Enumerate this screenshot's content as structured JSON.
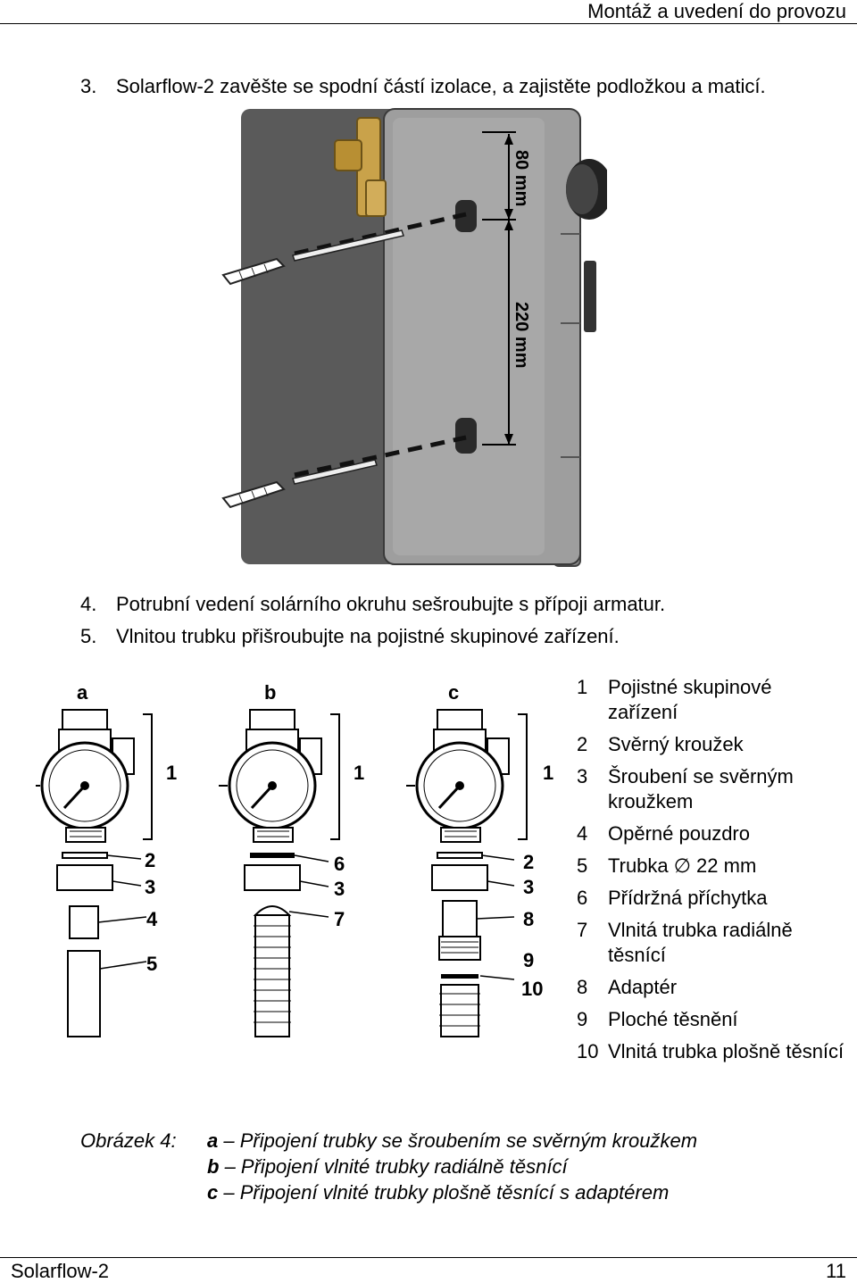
{
  "header": {
    "title": "Montáž a uvedení do provozu"
  },
  "steps": [
    {
      "num": "3.",
      "text": "Solarflow-2 zavěšte se spodní částí izolace, a zajistěte podložkou a maticí."
    },
    {
      "num": "4.",
      "text": "Potrubní vedení solárního okruhu sešroubujte s přípoji armatur."
    },
    {
      "num": "5.",
      "text": "Vlnitou trubku přišroubujte na pojistné skupinové zařízení."
    }
  ],
  "figure1": {
    "dim_top": "80 mm",
    "dim_bottom": "220 mm"
  },
  "figure2": {
    "variants": [
      "a",
      "b",
      "c"
    ],
    "callouts": {
      "a": [
        "1",
        "2",
        "3",
        "4",
        "5"
      ],
      "b": [
        "1",
        "6",
        "3",
        "7"
      ],
      "c": [
        "1",
        "2",
        "3",
        "8",
        "9",
        "10"
      ]
    }
  },
  "legend": [
    {
      "num": "1",
      "text": "Pojistné skupinové zařízení"
    },
    {
      "num": "2",
      "text": "Svěrný kroužek"
    },
    {
      "num": "3",
      "text": "Šroubení se svěrným kroužkem"
    },
    {
      "num": "4",
      "text": "Opěrné pouzdro"
    },
    {
      "num": "5",
      "text": "Trubka ∅ 22 mm"
    },
    {
      "num": "6",
      "text": "Přídržná příchytka"
    },
    {
      "num": "7",
      "text": "Vlnitá trubka radiálně těsnící"
    },
    {
      "num": "8",
      "text": "Adaptér"
    },
    {
      "num": "9",
      "text": "Ploché těsnění"
    },
    {
      "num": "10",
      "text": "Vlnitá trubka plošně těsnící"
    }
  ],
  "caption": {
    "label": "Obrázek 4:",
    "lines": [
      {
        "key": "a",
        "text": "– Připojení trubky se šroubením se svěrným kroužkem"
      },
      {
        "key": "b",
        "text": "– Připojení vlnité trubky radiálně těsnící"
      },
      {
        "key": "c",
        "text": "– Připojení vlnité trubky plošně těsnící s adaptérem"
      }
    ]
  },
  "footer": {
    "left": "Solarflow-2",
    "right": "11"
  }
}
